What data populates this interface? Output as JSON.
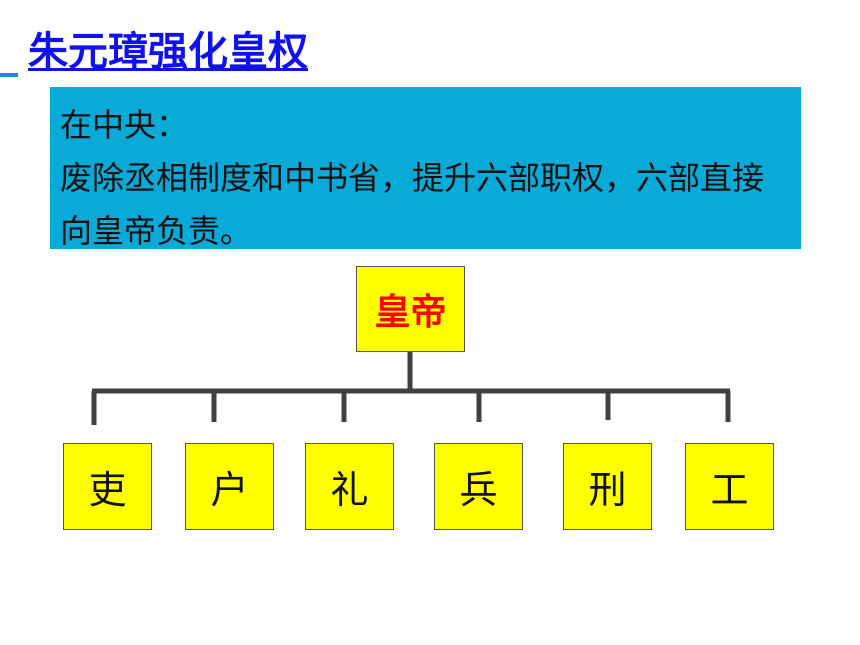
{
  "title": "朱元璋强化皇权",
  "info": {
    "heading": "在中央：",
    "body": "废除丞相制度和中书省，提升六部职权，六部直接向皇帝负责。"
  },
  "org_chart": {
    "root": "皇帝",
    "children": [
      "吏",
      "户",
      "礼",
      "兵",
      "刑",
      "工"
    ]
  },
  "colors": {
    "title": "#1111ee",
    "info_box": "#0aaad8",
    "node_fill": "#ffff00",
    "root_text": "#ff0000",
    "connector": "#404040"
  }
}
